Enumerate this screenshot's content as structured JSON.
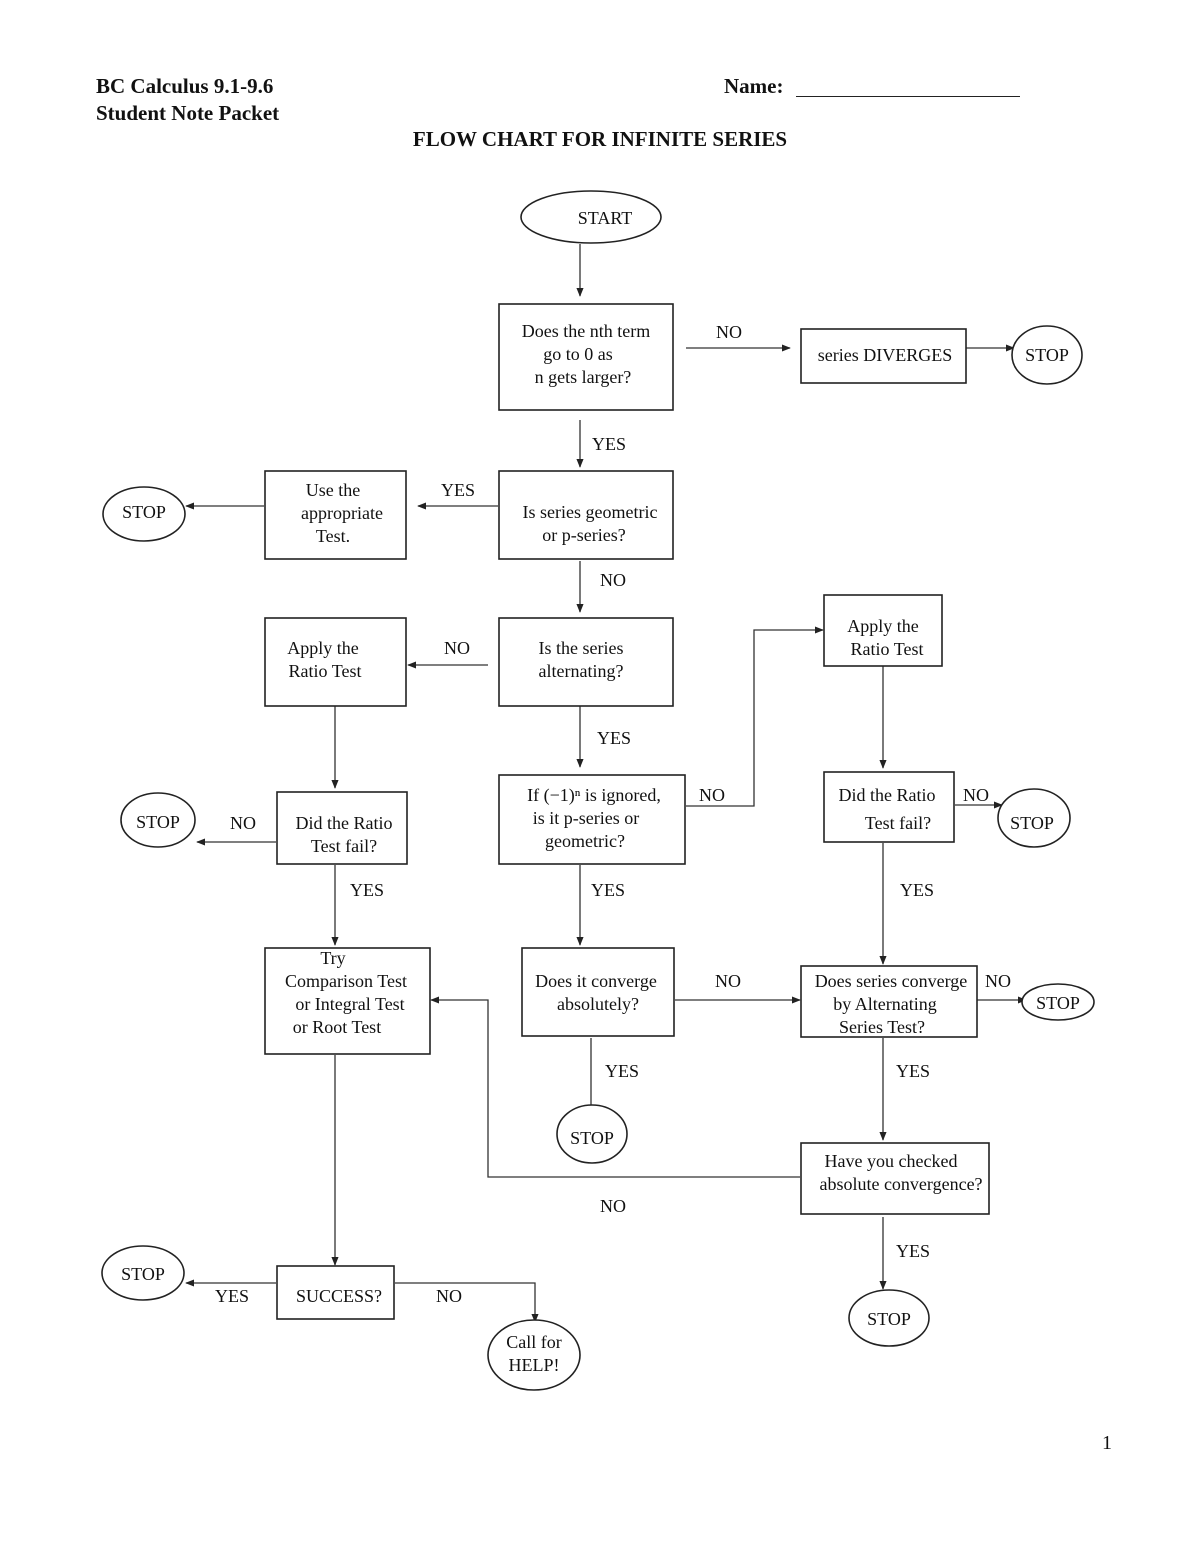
{
  "header": {
    "course": "BC Calculus 9.1-9.6",
    "packet": "Student Note Packet",
    "name_label": "Name:"
  },
  "title": "FLOW CHART FOR INFINITE SERIES",
  "page_number": "1",
  "nodes": {
    "start": [
      "START"
    ],
    "nth_term": [
      "Does the nth term",
      "go to 0 as",
      "n gets larger?"
    ],
    "diverges": [
      "series DIVERGES"
    ],
    "stop1": [
      "STOP"
    ],
    "geometric_q": [
      "Is series geometric",
      "or p-series?"
    ],
    "use_test": [
      "Use the",
      "appropriate",
      "Test."
    ],
    "stop2": [
      "STOP"
    ],
    "alternating_q": [
      "Is the series",
      "alternating?"
    ],
    "apply_ratio_left": [
      "Apply the",
      "Ratio Test"
    ],
    "ignored_q": [
      "If (−1)ⁿ is ignored,",
      "is it p-series or",
      "geometric?"
    ],
    "apply_ratio_right": [
      "Apply the",
      "Ratio Test"
    ],
    "ratio_fail_left": [
      "Did the Ratio",
      "Test fail?"
    ],
    "stop3": [
      "STOP"
    ],
    "ratio_fail_right": [
      "Did the Ratio",
      "Test fail?"
    ],
    "stop4": [
      "STOP"
    ],
    "try_tests": [
      "Try",
      "Comparison Test",
      "or Integral Test",
      "or Root Test"
    ],
    "abs_converge_q": [
      "Does it converge",
      "absolutely?"
    ],
    "alt_series_q": [
      "Does series converge",
      "by Alternating",
      "Series Test?"
    ],
    "stop5": [
      "STOP"
    ],
    "stop6": [
      "STOP"
    ],
    "checked_abs_q": [
      "Have you checked",
      "absolute convergence?"
    ],
    "stop7": [
      "STOP"
    ],
    "success_q": [
      "SUCCESS?"
    ],
    "call_help": [
      "Call for",
      "HELP!"
    ],
    "stop8": [
      "STOP"
    ]
  },
  "edge_labels": {
    "nth_no": "NO",
    "nth_yes": "YES",
    "geo_yes": "YES",
    "geo_no": "NO",
    "alt_no": "NO",
    "alt_yes": "YES",
    "ignored_no": "NO",
    "ignored_yes": "YES",
    "ratio_left_no": "NO",
    "ratio_left_yes": "YES",
    "ratio_right_no": "NO",
    "ratio_right_yes": "YES",
    "abs_no": "NO",
    "abs_yes": "YES",
    "altseries_no": "NO",
    "altseries_yes": "YES",
    "checked_no": "NO",
    "checked_yes": "YES",
    "success_yes": "YES",
    "success_no": "NO"
  }
}
